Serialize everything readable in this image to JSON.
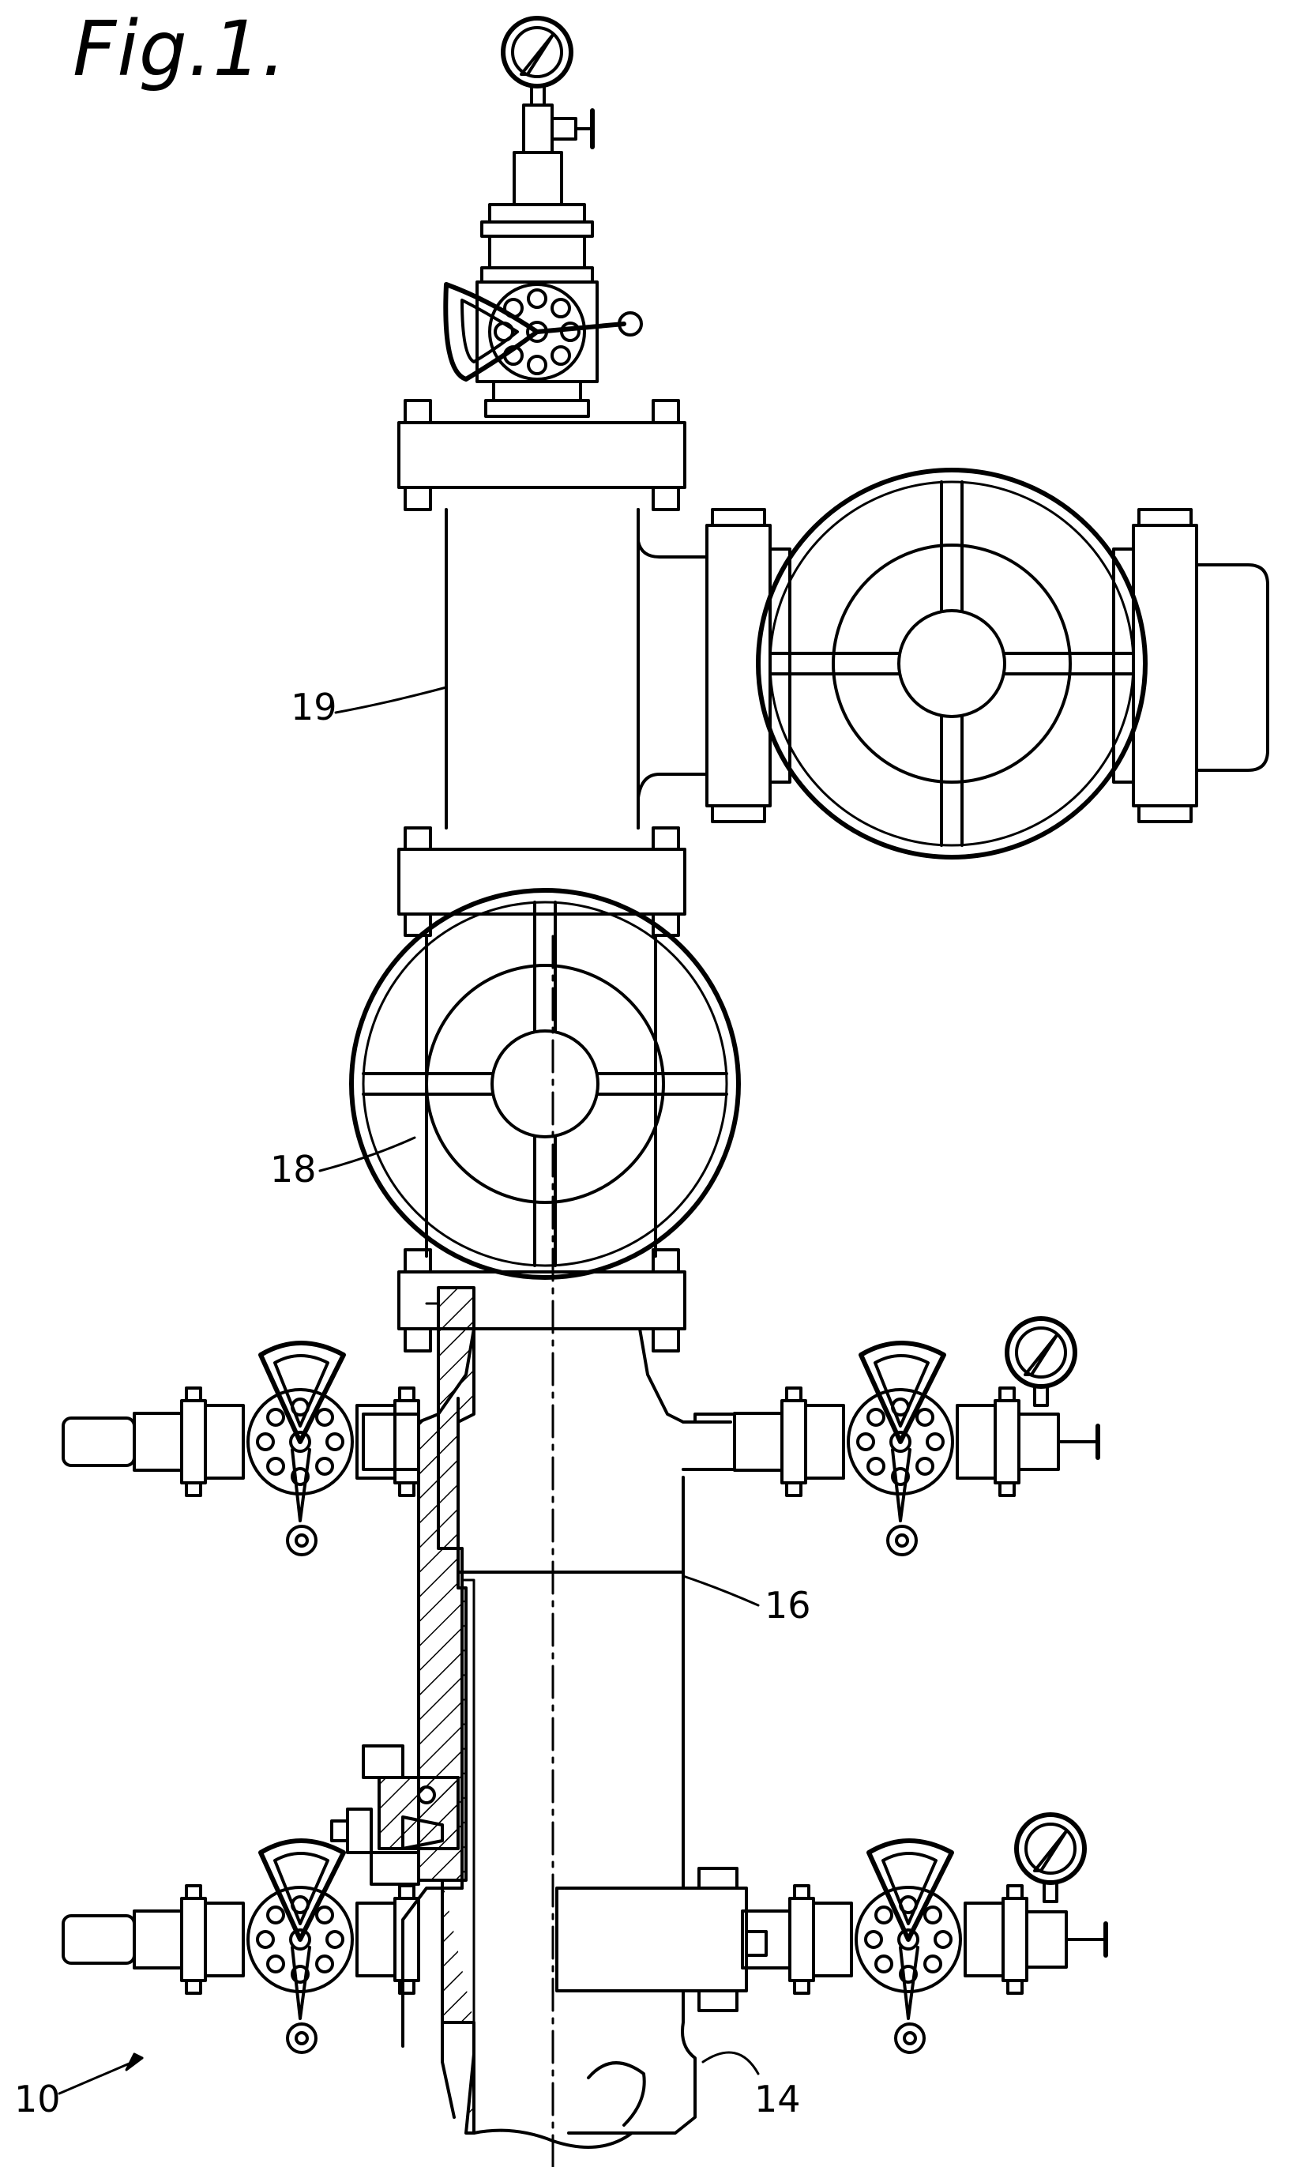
{
  "figure": {
    "title": "Fig.1."
  },
  "reference_numerals": {
    "r19": "19",
    "r18": "18",
    "r16": "16",
    "r14": "14",
    "r10": "10"
  },
  "colors": {
    "ink": "#000000",
    "paper": "#ffffff"
  }
}
